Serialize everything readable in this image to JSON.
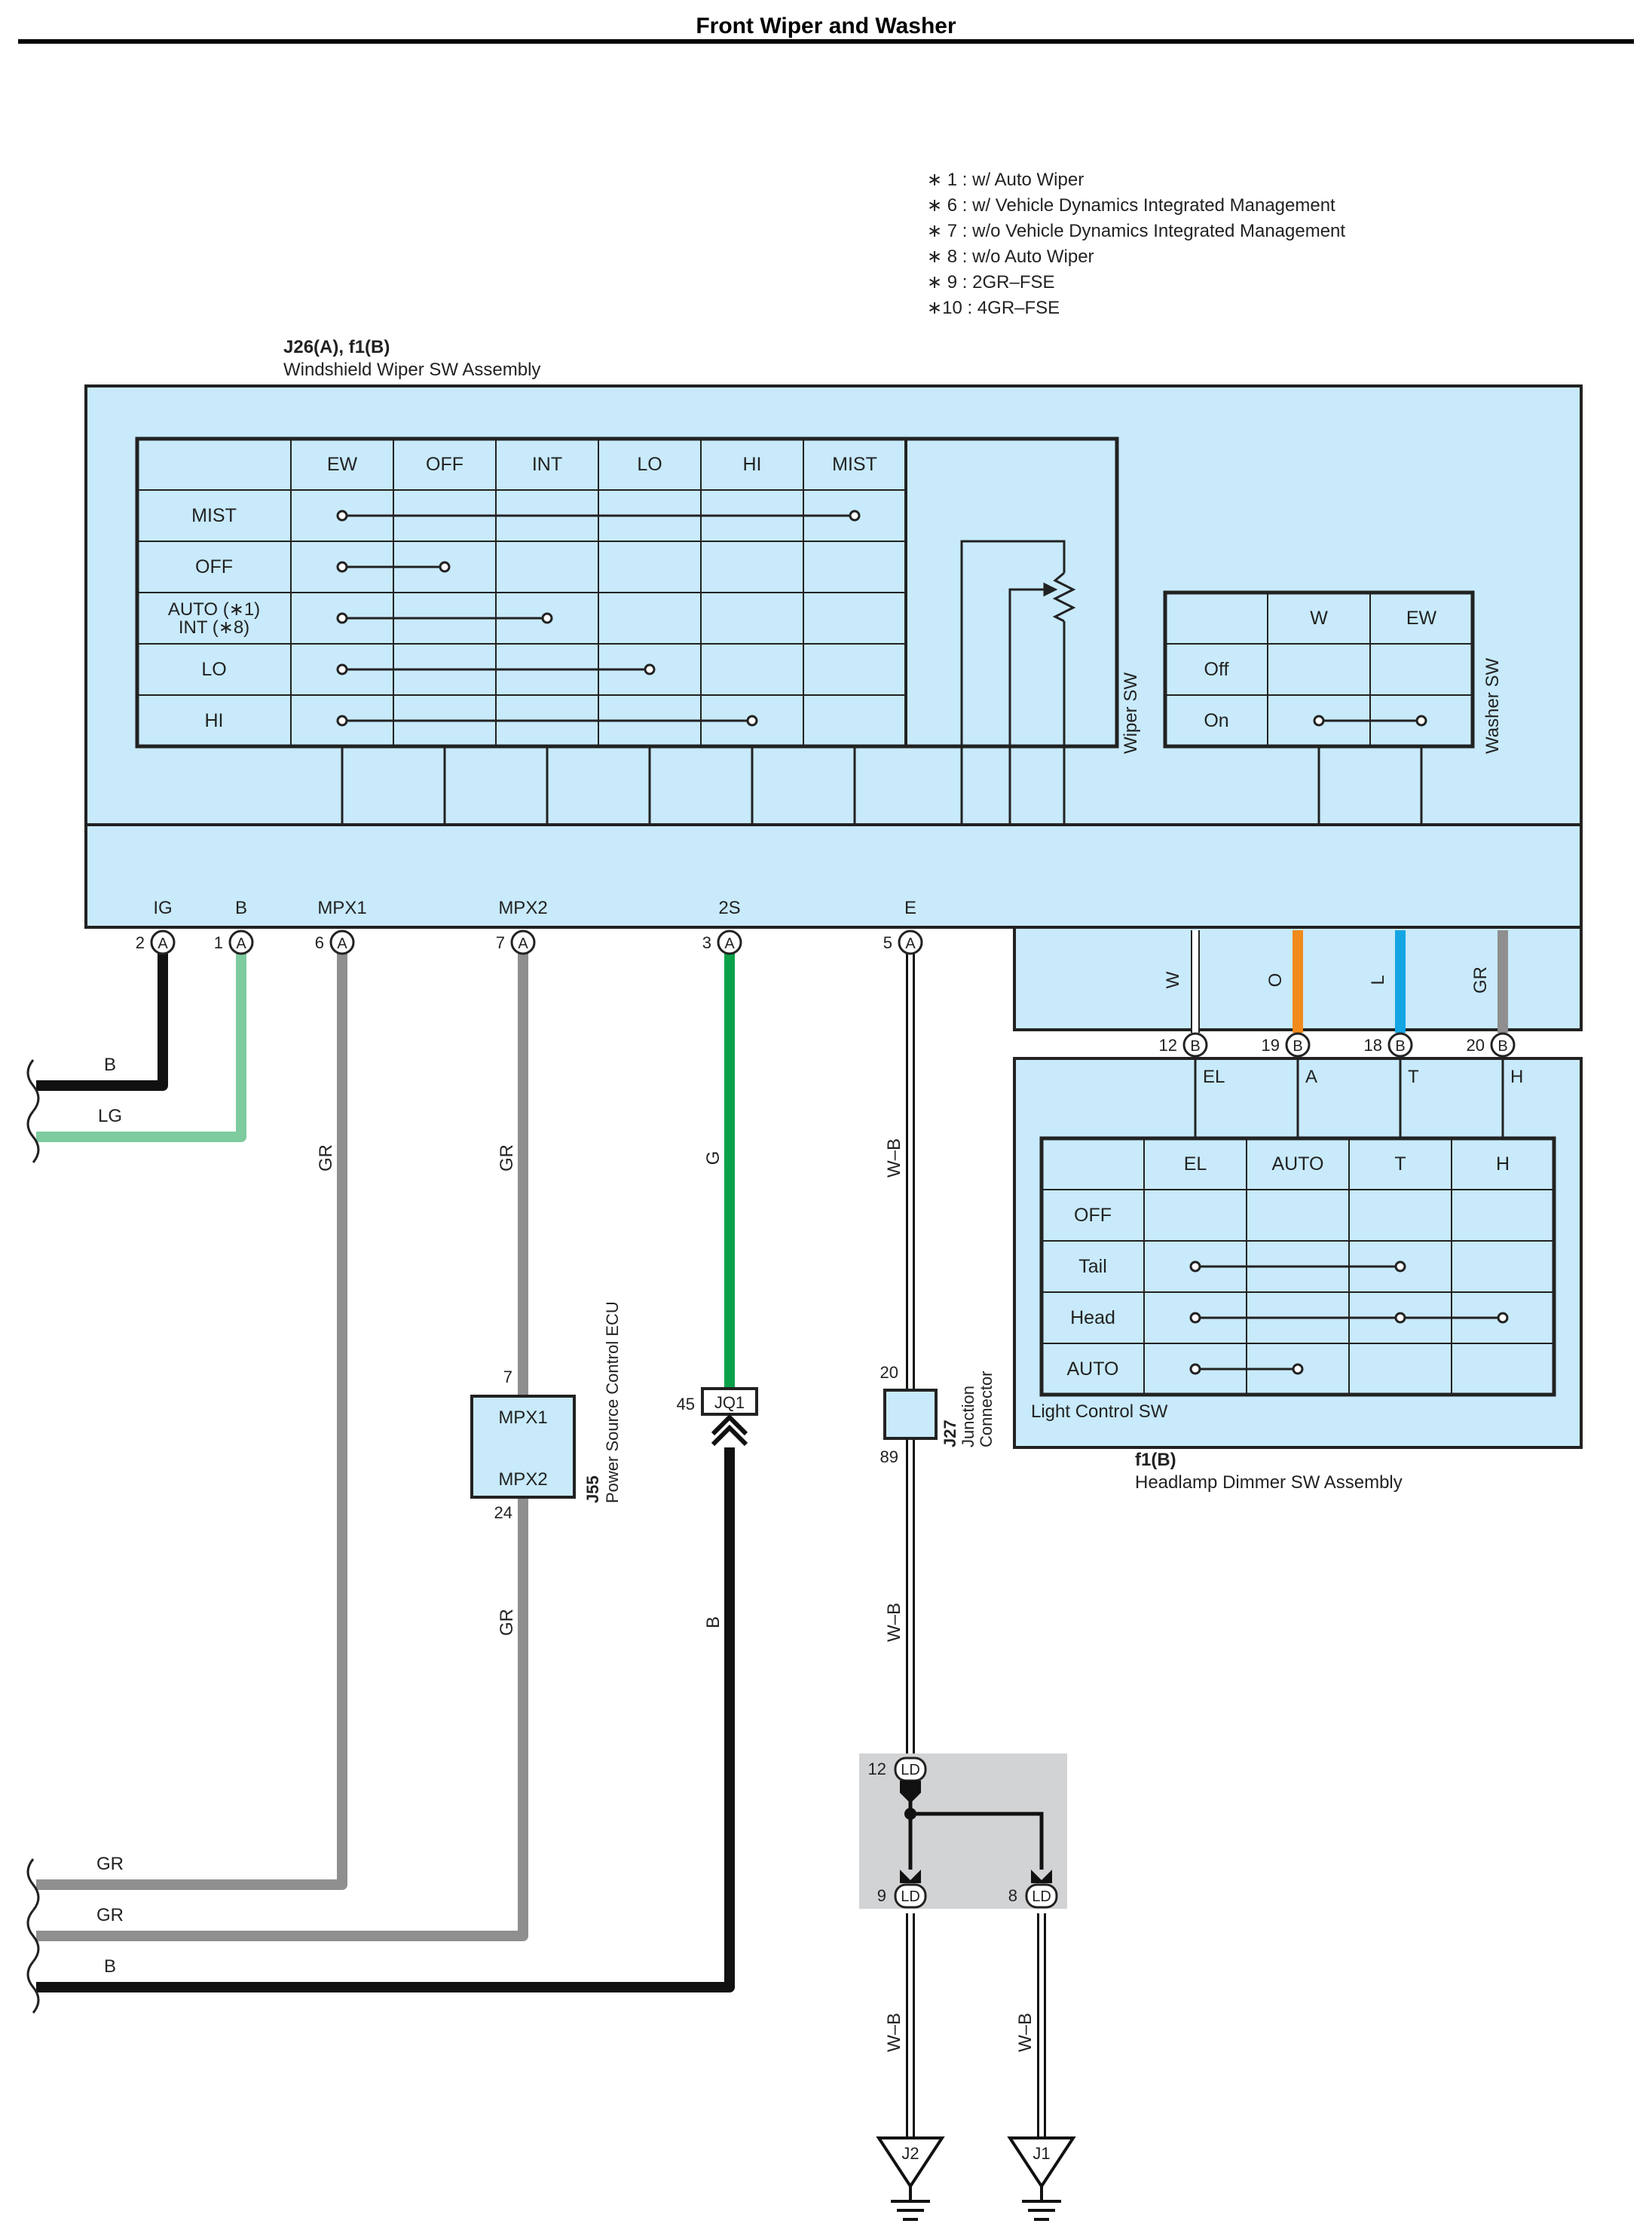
{
  "title": "Front Wiper and Washer",
  "notes": [
    "∗ 1 : w/ Auto Wiper",
    "∗ 6 : w/ Vehicle Dynamics Integrated Management",
    "∗ 7 : w/o Vehicle Dynamics Integrated Management",
    "∗ 8 : w/o Auto Wiper",
    "∗ 9 : 2GR–FSE",
    "∗10 : 4GR–FSE"
  ],
  "colors": {
    "box_fill": "#c8eafb",
    "table_fill": "#c8eafb",
    "black_wire": "#111111",
    "lg_wire": "#7dcb9e",
    "gr_wire": "#8f8f8f",
    "g_wire": "#0aa14a",
    "orange_wire": "#f08a1c",
    "blue_wire": "#14a5e3",
    "junction_shade": "#d2d3d5"
  },
  "wiper_assembly": {
    "code": "J26(A), f1(B)",
    "name": "Windshield Wiper SW Assembly",
    "wiper_table": {
      "columns": [
        "EW",
        "OFF",
        "INT",
        "LO",
        "HI",
        "MIST"
      ],
      "rows": [
        "MIST",
        "OFF",
        "AUTO (∗1)",
        "INT (∗8)",
        "LO",
        "HI"
      ]
    },
    "wiper_sw_label": "Wiper SW",
    "washer_table": {
      "columns": [
        "W",
        "EW"
      ],
      "rows": [
        "Off",
        "On"
      ]
    },
    "washer_sw_label": "Washer SW",
    "terminals": [
      {
        "name": "IG",
        "pin": "2",
        "conn": "A"
      },
      {
        "name": "B",
        "pin": "1",
        "conn": "A"
      },
      {
        "name": "MPX1",
        "pin": "6",
        "conn": "A"
      },
      {
        "name": "MPX2",
        "pin": "7",
        "conn": "A"
      },
      {
        "name": "2S",
        "pin": "3",
        "conn": "A"
      },
      {
        "name": "E",
        "pin": "5",
        "conn": "A"
      }
    ]
  },
  "headlamp_assembly": {
    "code": "f1(B)",
    "name": "Headlamp Dimmer SW Assembly",
    "sw_label": "Light Control SW",
    "wires": [
      "W",
      "O",
      "L",
      "GR"
    ],
    "pins": [
      {
        "pin": "12",
        "conn": "B",
        "name": "EL"
      },
      {
        "pin": "19",
        "conn": "B",
        "name": "A"
      },
      {
        "pin": "18",
        "conn": "B",
        "name": "T"
      },
      {
        "pin": "20",
        "conn": "B",
        "name": "H"
      }
    ],
    "table": {
      "columns": [
        "EL",
        "AUTO",
        "T",
        "H"
      ],
      "rows": [
        "OFF",
        "Tail",
        "Head",
        "AUTO"
      ]
    }
  },
  "wires": {
    "ig": "B",
    "b": "LG",
    "mpx1": "GR",
    "mpx2": "GR",
    "mpx2_lower": "GR",
    "s2": "G",
    "s2_lower": "B",
    "e": "W–B",
    "e_lower": "W–B",
    "ground1": "W–B",
    "ground2": "W–B",
    "left_gr1": "GR",
    "left_gr2": "GR",
    "left_b": "B"
  },
  "ecu": {
    "code": "J55",
    "name": "Power Source Control ECU",
    "pin_top": "7",
    "pin_bottom": "24",
    "label_top": "MPX1",
    "label_bottom": "MPX2"
  },
  "jq1": {
    "pin": "45",
    "label": "JQ1"
  },
  "j27": {
    "code": "J27",
    "name_line1": "Junction",
    "name_line2": "Connector",
    "pin_top": "20",
    "pin_bottom": "89"
  },
  "ld": {
    "pin_top": "12",
    "pin_left": "9",
    "pin_right": "8",
    "label": "LD"
  },
  "grounds": [
    "J2",
    "J1"
  ]
}
